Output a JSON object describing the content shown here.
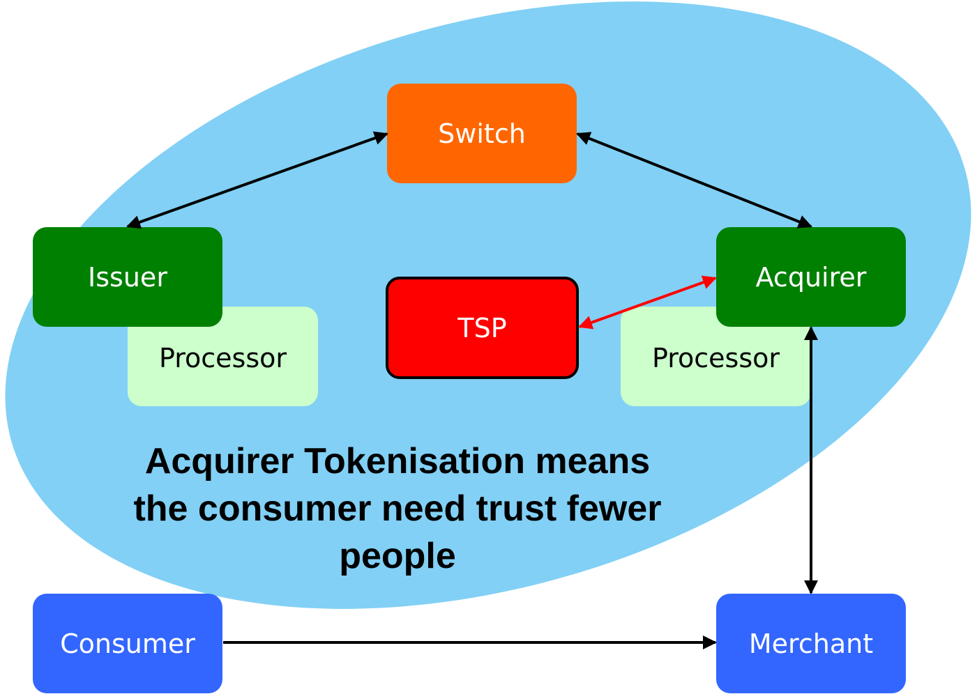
{
  "nodes": {
    "switch": "Switch",
    "issuer": "Issuer",
    "acquirer": "Acquirer",
    "processor_left": "Processor",
    "processor_right": "Processor",
    "tsp": "TSP",
    "consumer": "Consumer",
    "merchant": "Merchant"
  },
  "caption": {
    "line1": "Acquirer Tokenisation means",
    "line2": "the consumer need trust fewer",
    "line3": "people"
  },
  "colors": {
    "ellipse": "#82d0f5",
    "switch": "#ff6600",
    "bank": "#008000",
    "processor": "#ccffcc",
    "tsp": "#ff0000",
    "party": "#3366ff",
    "arrow": "#000000",
    "tsp_arrow": "#ff0000"
  },
  "edges": [
    {
      "from": "issuer",
      "to": "switch",
      "direction": "both"
    },
    {
      "from": "switch",
      "to": "acquirer",
      "direction": "both"
    },
    {
      "from": "tsp",
      "to": "acquirer",
      "direction": "both"
    },
    {
      "from": "acquirer",
      "to": "merchant",
      "direction": "both"
    },
    {
      "from": "consumer",
      "to": "merchant",
      "direction": "forward"
    }
  ]
}
